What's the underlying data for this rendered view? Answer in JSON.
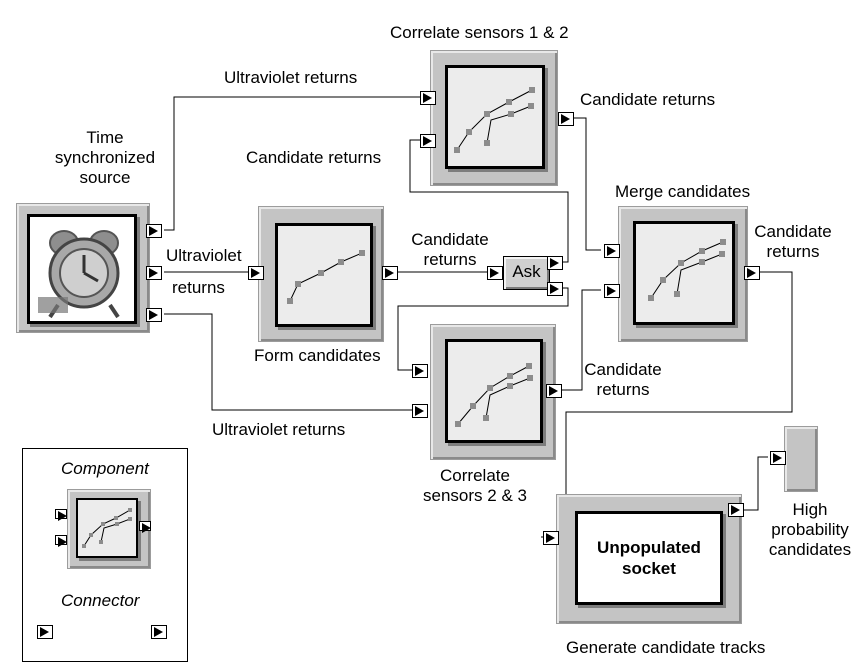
{
  "labels": {
    "source_title": "Time\nsynchronized\nsource",
    "uv_returns_top": "Ultraviolet returns",
    "cand_returns_left": "Candidate returns",
    "corr12_title": "Correlate sensors 1 & 2",
    "cand_returns_corr12": "Candidate returns",
    "ultraviolet_mid": "Ultraviolet",
    "returns_mid": "returns",
    "form_title": "Form candidates",
    "cand_returns_form": "Candidate\nreturns",
    "ask": "Ask",
    "merge_title": "Merge candidates",
    "cand_returns_merge": "Candidate\nreturns",
    "uv_returns_bottom": "Ultraviolet returns",
    "corr23_title": "Correlate\nsensors 2 & 3",
    "cand_returns_corr23": "Candidate\nreturns",
    "socket_text": "Unpopulated\nsocket",
    "generate_title": "Generate candidate tracks",
    "high_prob": "High\nprobability\ncandidates",
    "legend_component": "Component",
    "legend_connector": "Connector"
  },
  "icons": {
    "source": "alarm-clock-icon",
    "port": "port-arrow-icon",
    "chart": "scatter-line-icon"
  },
  "colors": {
    "frame": "#c4c4c4",
    "inner": "#ececec",
    "marker": "#8c8c8c"
  }
}
